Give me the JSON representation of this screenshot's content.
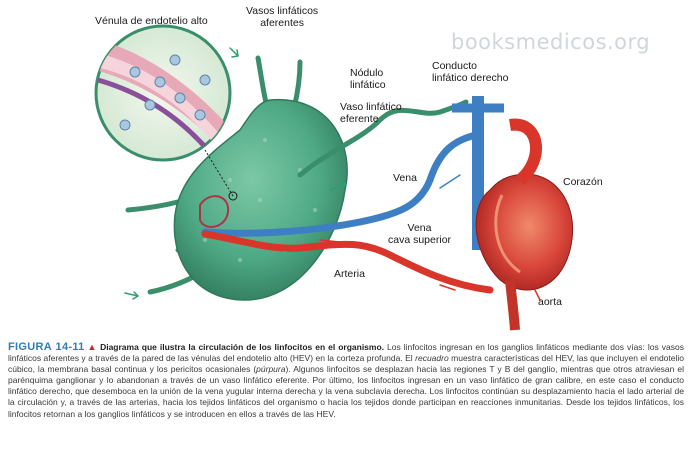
{
  "watermark": "booksmedicos.org",
  "labels": {
    "venula": "Vénula de endotelio alto",
    "aferentes_1": "Vasos linfáticos",
    "aferentes_2": "aferentes",
    "nodulo_1": "Nódulo",
    "nodulo_2": "linfático",
    "eferente_1": "Vaso linfático",
    "eferente_2": "eferente",
    "conducto_1": "Conducto",
    "conducto_2": "linfático derecho",
    "vena": "Vena",
    "corazon": "Corazón",
    "cava_1": "Vena",
    "cava_2": "cava superior",
    "arteria": "Arteria",
    "aorta": "aorta"
  },
  "caption": {
    "figure_number": "FIGURA 14-11",
    "triangle": "▲",
    "title": "Diagrama que ilustra la circulación de los linfocitos en el organismo.",
    "p1": " Los linfocitos ingresan en los ganglios linfáticos mediante dos vías: los vasos linfáticos aferentes y a través de la pared de las vénulas del endotelio alto (HEV) en la corteza profunda. El ",
    "p1_italic": "recuadro",
    "p2": " muestra características del HEV, las que incluyen el endotelio cúbico, la membrana basal continua y los pericitos ocasionales (",
    "p2_italic": "púrpura",
    "p3": "). Algunos linfocitos se desplazan hacia las regiones T y B del ganglio, mientras que otros atraviesan el parénquima ganglionar y lo abandonan a través de un vaso linfático eferente. Por último, los linfocitos ingresan en un vaso linfático de gran calibre, en este caso el conducto linfático derecho, que desemboca en la unión de la vena yugular interna derecha y la vena subclavia derecha. Los linfocitos continúan su desplazamiento hacia el lado arterial de la circulación y, a través de las arterias, hacia los tejidos linfáticos del organismo o hacia los tejidos donde participan en reacciones inmunitarias. Desde los tejidos linfáticos, los linfocitos retornan a los ganglios linfáticos y se introducen en ellos a través de las HEV."
  },
  "colors": {
    "node_fill": "#4fa985",
    "node_dark": "#2f7a5c",
    "vein": "#3e7fc4",
    "artery": "#d9352b",
    "heart": "#d8453a",
    "caption_blue": "#2a7fb5"
  }
}
